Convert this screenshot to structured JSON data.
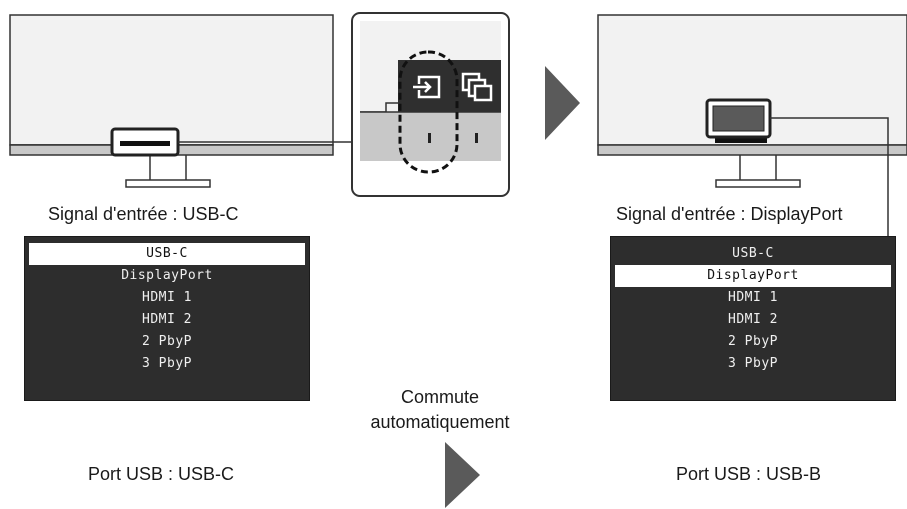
{
  "left": {
    "signal_label": "Signal d'entrée : USB-C",
    "port_label": "Port USB : USB-C",
    "menu_items": [
      "USB-C",
      "DisplayPort",
      "HDMI 1",
      "HDMI 2",
      "2 PbyP",
      "3 PbyP"
    ],
    "selected_index": 0
  },
  "right": {
    "signal_label": "Signal d'entrée : DisplayPort",
    "port_label": "Port USB : USB-B",
    "menu_items": [
      "USB-C",
      "DisplayPort",
      "HDMI 1",
      "HDMI 2",
      "2 PbyP",
      "3 PbyP"
    ],
    "selected_index": 1
  },
  "middle": {
    "auto_switch_line1": "Commute",
    "auto_switch_line2": "automatiquement"
  },
  "icons": {
    "input_icon": "input-select-icon",
    "pbyp_icon": "pbyp-windows-icon"
  },
  "colors": {
    "text": "#1a1a1a",
    "screen": "#f2f2f2",
    "bezel": "#c8c8c8",
    "osd_bg": "#2d2d2d",
    "arrow": "#5a5a5a"
  }
}
